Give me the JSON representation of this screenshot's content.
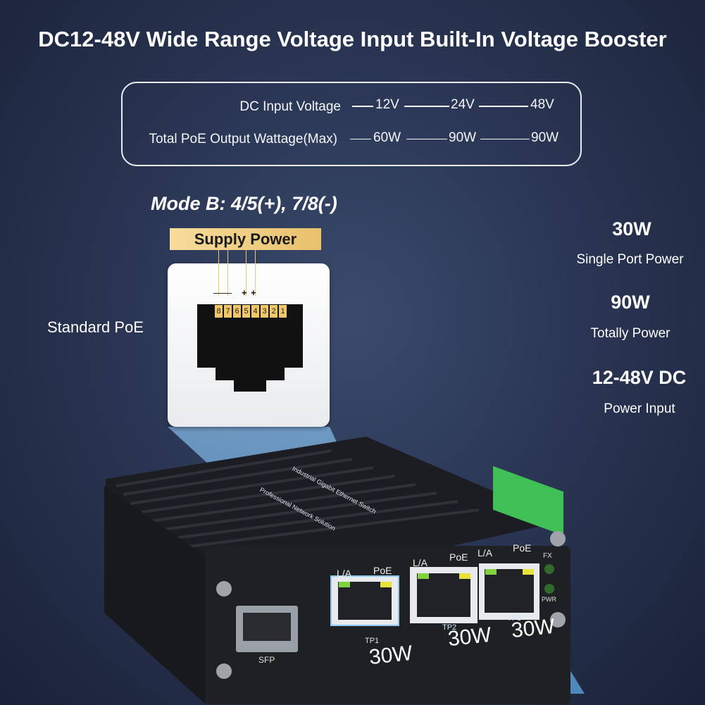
{
  "title": "DC12-48V Wide Range Voltage Input Built-In Voltage Booster",
  "specs": {
    "input_label": "DC Input Voltage",
    "input_values": [
      "12V",
      "24V",
      "48V"
    ],
    "output_label": "Total PoE Output Wattage(Max)",
    "output_values": [
      "60W",
      "90W",
      "90W"
    ]
  },
  "mode": "Mode B: 4/5(+), 7/8(-)",
  "supply_label": "Supply Power",
  "standard_label": "Standard PoE",
  "pins": [
    "8",
    "7",
    "6",
    "5",
    "4",
    "3",
    "2",
    "1"
  ],
  "pin_signs": [
    "—",
    "—",
    "+",
    "+"
  ],
  "features": [
    {
      "value": "30W",
      "label": "Single Port Power"
    },
    {
      "value": "90W",
      "label": "Totally Power"
    },
    {
      "value": "12-48V DC",
      "label": "Power Input"
    }
  ],
  "device": {
    "ports": [
      {
        "la": "L/A",
        "poe": "PoE",
        "name": "TP1",
        "power": "30W"
      },
      {
        "la": "L/A",
        "poe": "PoE",
        "name": "TP2",
        "power": "30W"
      },
      {
        "la": "L/A",
        "poe": "PoE",
        "name": "TP3",
        "power": "30W"
      }
    ],
    "sfp_label": "SFP",
    "fx_label": "FX",
    "pwr_label": "PWR",
    "top_text_1": "Industrial Gigabit Ethernet Switch",
    "top_text_2": "Professional Network Solution"
  },
  "colors": {
    "background": "#2a3654",
    "accent_gold": "#f1c869",
    "led_green": "#7fd23a",
    "led_yellow": "#e8e23a",
    "terminal_green": "#3fbf55",
    "beam": "#6fb4ea"
  }
}
